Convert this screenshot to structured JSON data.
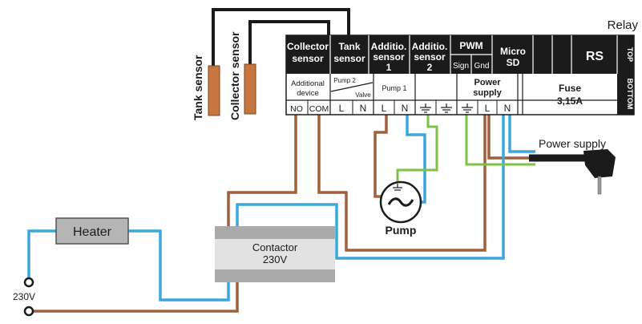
{
  "diagram": {
    "relay_title": "Relay",
    "top_row": {
      "collector_sensor": [
        "Collector",
        "sensor"
      ],
      "tank_sensor": [
        "Tank",
        "sensor"
      ],
      "additional_sensor_1": [
        "Additio.",
        "sensor",
        "1"
      ],
      "additional_sensor_2": [
        "Additio.",
        "sensor",
        "2"
      ],
      "pwm": "PWM",
      "sign": "Sign",
      "gnd": "Gnd",
      "micro_sd": [
        "Micro",
        "SD"
      ],
      "rs": "RS",
      "top": "TOP"
    },
    "bottom_row": {
      "additional_device": [
        "Additional",
        "device"
      ],
      "pump_2": "Pump 2",
      "valve": "Valve",
      "pump_1": "Pump 1",
      "power_supply": [
        "Power",
        "supply"
      ],
      "fuse": [
        "Fuse",
        "3,15A"
      ],
      "bottom": "BOTTOM"
    },
    "terminals": [
      "NO",
      "COM",
      "L",
      "N",
      "L",
      "N",
      "",
      "",
      "",
      "L",
      "N"
    ],
    "tank_sensor_label": "Tank sensor",
    "collector_sensor_label": "Collector sensor",
    "power_supply_label": "Power supply",
    "pump_label": "Pump",
    "heater_label": "Heater",
    "contactor_label": [
      "Contactor",
      "230V"
    ],
    "mains_label": "230V",
    "colors": {
      "brown": "#a0603e",
      "blue": "#3aa7dd",
      "green": "#7cc243",
      "black": "#1a1a1a",
      "sensor": "#c8763f",
      "relay_dark": "#1b1b1b",
      "contactor": "#c7c7c7"
    }
  }
}
